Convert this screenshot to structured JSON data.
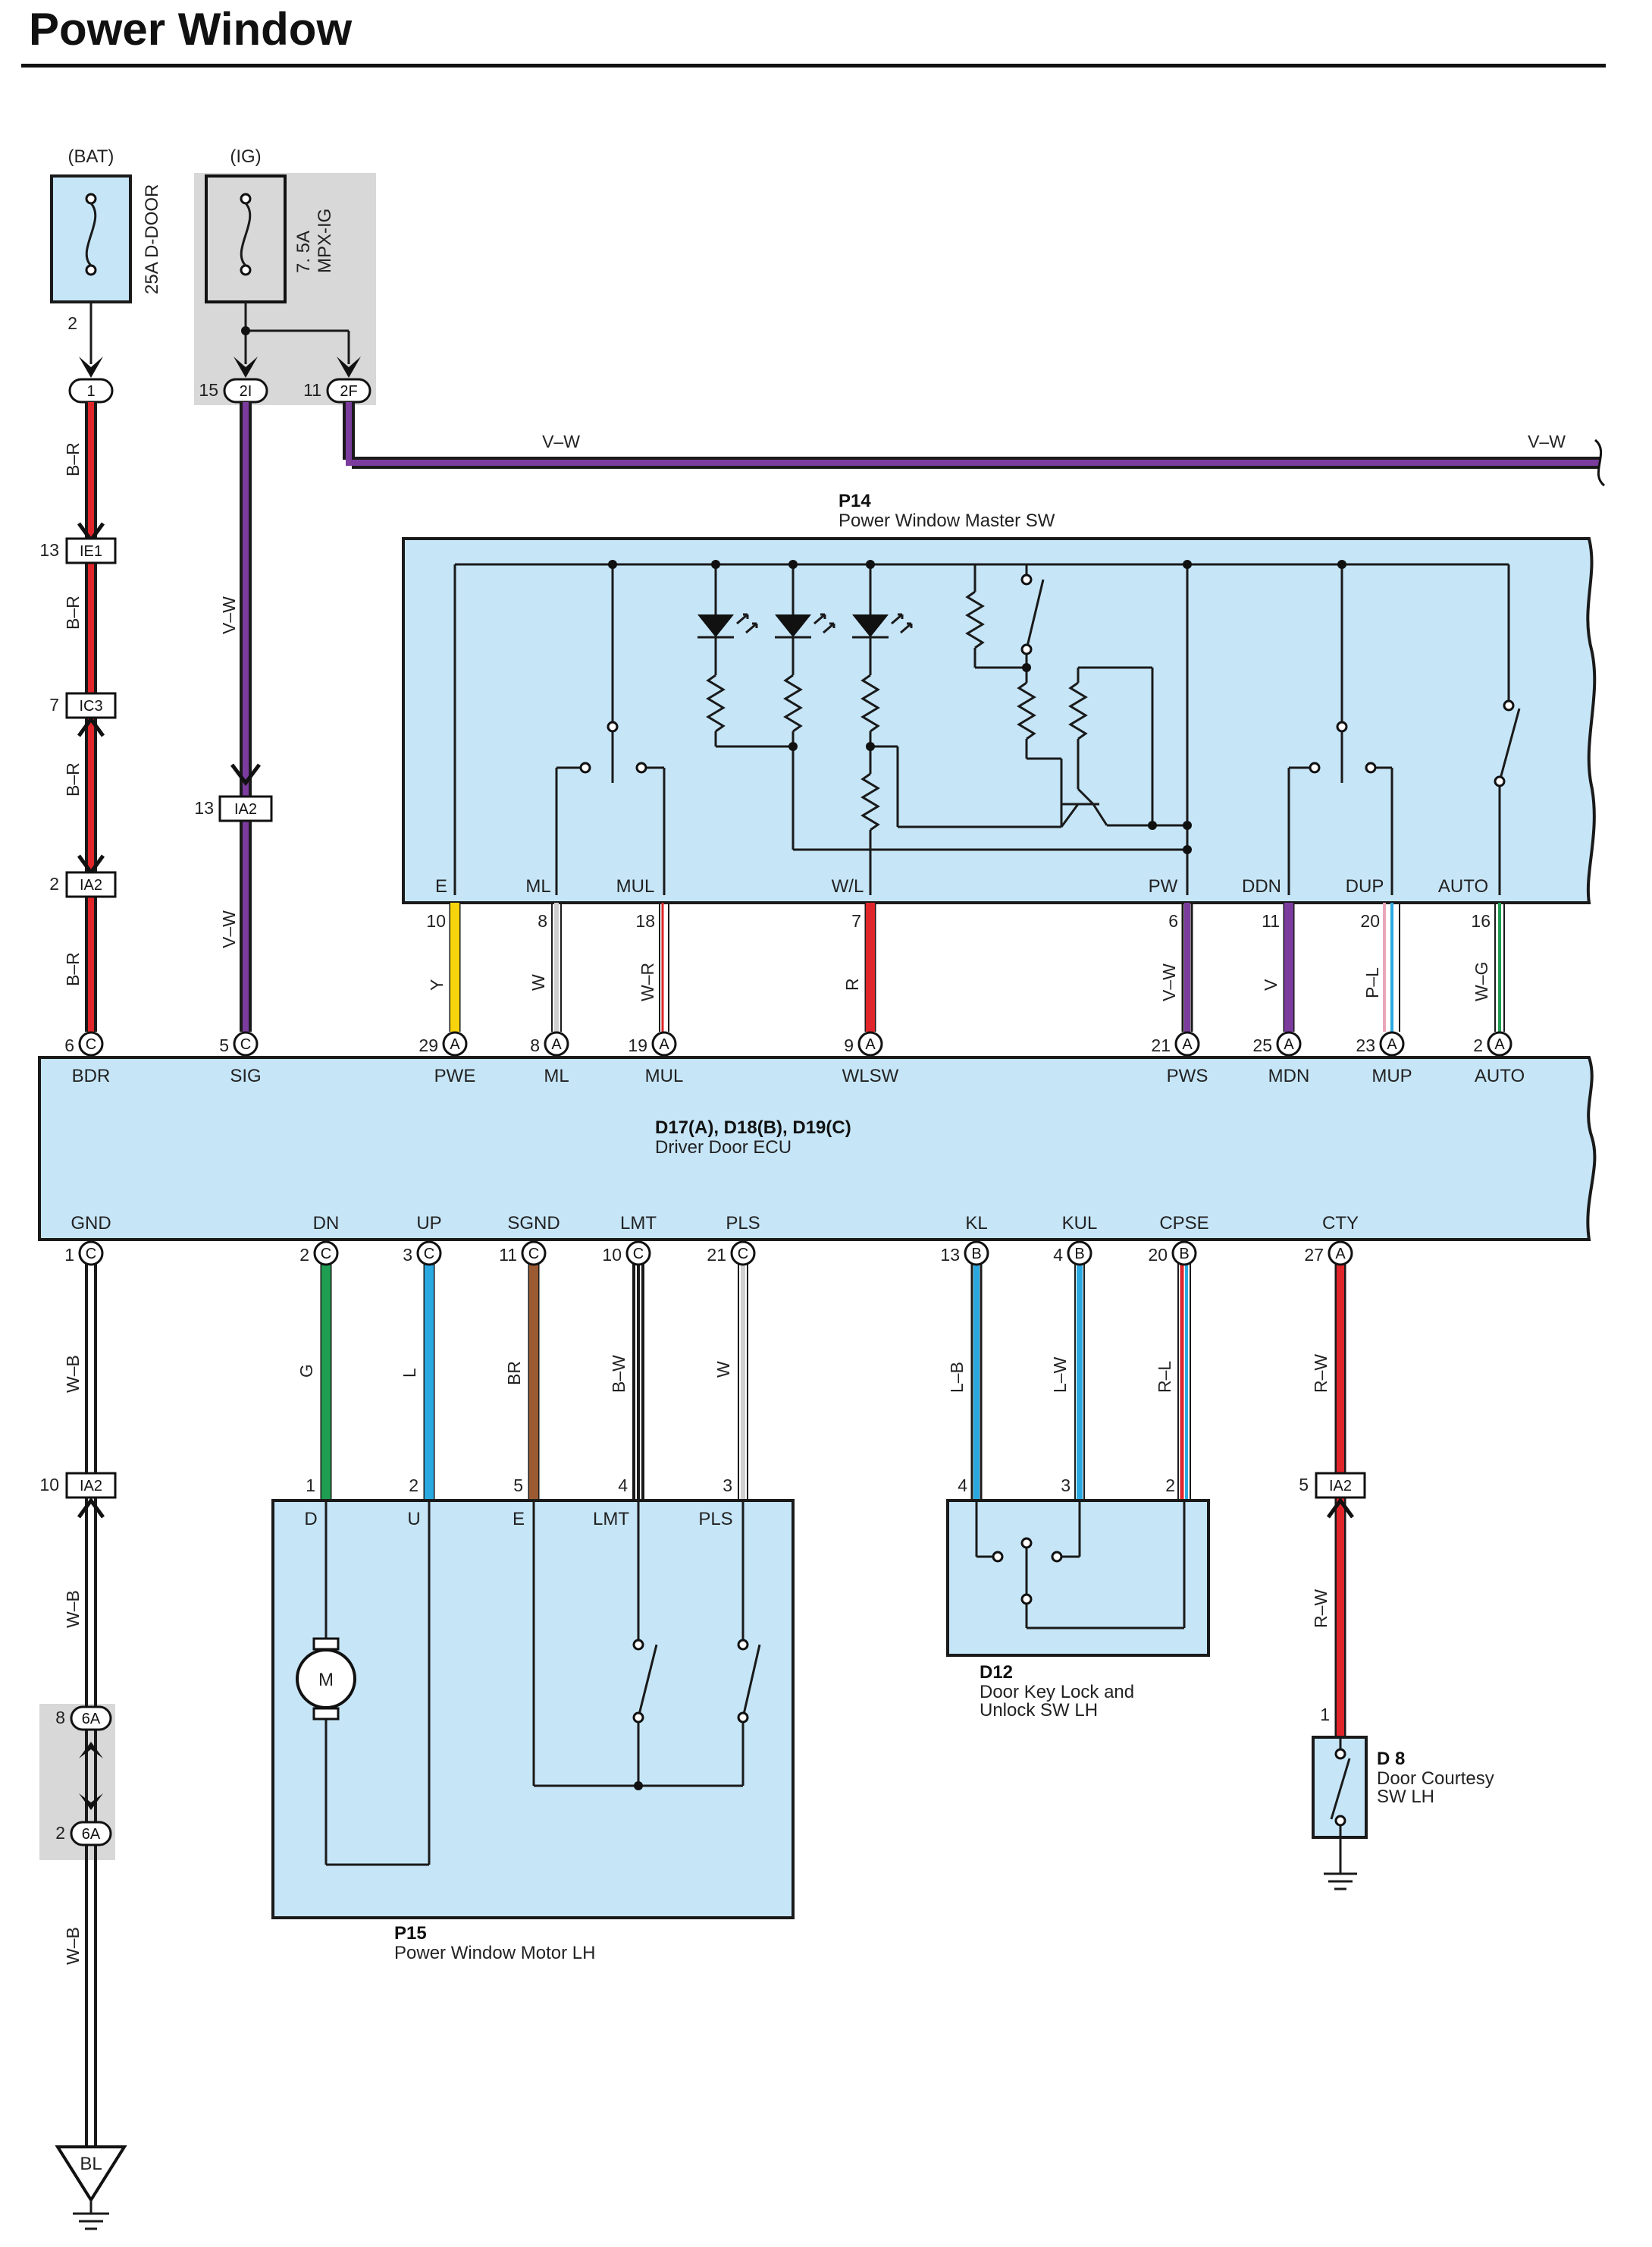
{
  "title": "Power Window",
  "colors": {
    "fill": "#c6e6f8",
    "gray": "#d8d8d8",
    "B-R": "#e0262b",
    "V-W": "#7b3c9e",
    "Y": "#f7d40b",
    "W": "#d0d0d0",
    "W-R": "#e0262b",
    "R": "#e0262b",
    "V": "#7b3c9e",
    "P-L": "#eaa6b8",
    "W-G": "#1f9d50",
    "W-B": "#1a1a1a",
    "G": "#1f9d50",
    "L": "#2aa9e0",
    "BR": "#9b5a32",
    "B-W": "#1a1a1a",
    "L-B": "#2aa9e0",
    "L-W": "#2aa9e0",
    "R-L": "#e0262b",
    "R-W": "#e0262b"
  },
  "sources": {
    "bat_label": "(BAT)",
    "ig_label": "(IG)",
    "fuse_bat": "25A D-DOOR",
    "fuse_ig_amp": "7. 5A",
    "fuse_ig_name": "MPX-IG",
    "fuse_bat_pin": "2"
  },
  "connectors": [
    {
      "pin": "15",
      "id": "2I"
    },
    {
      "pin": "11",
      "id": "2F"
    },
    {
      "pin": "13",
      "id": "IE1"
    },
    {
      "pin": "7",
      "id": "IC3"
    },
    {
      "pin": "2",
      "id": "IA2"
    },
    {
      "pin": "13",
      "id": "IA2"
    },
    {
      "pin": "10",
      "id": "IA2"
    },
    {
      "pin": "5",
      "id": "IA2"
    },
    {
      "pin": "8",
      "id": "6A"
    },
    {
      "pin": "2",
      "id": "6A"
    }
  ],
  "bat_pin": "1",
  "wire_codes": {
    "br1": "B–R",
    "br2": "B–R",
    "br3": "B–R",
    "br4": "B–R",
    "vw1": "V–W",
    "vw2": "V–W",
    "vw_top_left": "V–W",
    "vw_top_right": "V–W",
    "wb1": "W–B",
    "wb2": "W–B",
    "wb3": "W–B",
    "rw1": "R–W",
    "rw2": "R–W"
  },
  "p14": {
    "id": "P14",
    "name": "Power Window Master SW",
    "terminals": [
      {
        "name": "E",
        "pin": "10",
        "wire": "Y"
      },
      {
        "name": "ML",
        "pin": "8",
        "wire": "W"
      },
      {
        "name": "MUL",
        "pin": "18",
        "wire": "W–R"
      },
      {
        "name": "W/L",
        "pin": "7",
        "wire": "R"
      },
      {
        "name": "PW",
        "pin": "6",
        "wire": "V–W"
      },
      {
        "name": "DDN",
        "pin": "11",
        "wire": "V"
      },
      {
        "name": "DUP",
        "pin": "20",
        "wire": "P–L"
      },
      {
        "name": "AUTO",
        "pin": "16",
        "wire": "W–G"
      }
    ]
  },
  "ecu": {
    "id": "D17(A), D18(B), D19(C)",
    "name": "Driver Door ECU",
    "top_terminals": [
      {
        "pin": "6",
        "conn": "C",
        "name": "BDR"
      },
      {
        "pin": "5",
        "conn": "C",
        "name": "SIG"
      },
      {
        "pin": "29",
        "conn": "A",
        "name": "PWE"
      },
      {
        "pin": "8",
        "conn": "A",
        "name": "ML"
      },
      {
        "pin": "19",
        "conn": "A",
        "name": "MUL"
      },
      {
        "pin": "9",
        "conn": "A",
        "name": "WLSW"
      },
      {
        "pin": "21",
        "conn": "A",
        "name": "PWS"
      },
      {
        "pin": "25",
        "conn": "A",
        "name": "MDN"
      },
      {
        "pin": "23",
        "conn": "A",
        "name": "MUP"
      },
      {
        "pin": "2",
        "conn": "A",
        "name": "AUTO"
      }
    ],
    "bottom_terminals": [
      {
        "pin": "1",
        "conn": "C",
        "name": "GND"
      },
      {
        "pin": "2",
        "conn": "C",
        "name": "DN",
        "wire": "G"
      },
      {
        "pin": "3",
        "conn": "C",
        "name": "UP",
        "wire": "L"
      },
      {
        "pin": "11",
        "conn": "C",
        "name": "SGND",
        "wire": "BR"
      },
      {
        "pin": "10",
        "conn": "C",
        "name": "LMT",
        "wire": "B–W"
      },
      {
        "pin": "21",
        "conn": "C",
        "name": "PLS",
        "wire": "W"
      },
      {
        "pin": "13",
        "conn": "B",
        "name": "KL",
        "wire": "L–B"
      },
      {
        "pin": "4",
        "conn": "B",
        "name": "KUL",
        "wire": "L–W"
      },
      {
        "pin": "20",
        "conn": "B",
        "name": "CPSE",
        "wire": "R–L"
      },
      {
        "pin": "27",
        "conn": "A",
        "name": "CTY"
      }
    ]
  },
  "p15": {
    "id": "P15",
    "name": "Power Window Motor LH",
    "terminals": [
      {
        "pin": "1",
        "name": "D"
      },
      {
        "pin": "2",
        "name": "U"
      },
      {
        "pin": "5",
        "name": "E"
      },
      {
        "pin": "4",
        "name": "LMT"
      },
      {
        "pin": "3",
        "name": "PLS"
      }
    ],
    "motor": "M"
  },
  "d12": {
    "id": "D12",
    "name_line1": "Door Key Lock and",
    "name_line2": "Unlock SW LH",
    "pins": [
      "4",
      "3",
      "2"
    ]
  },
  "d8": {
    "id": "D 8",
    "name_line1": "Door Courtesy",
    "name_line2": "SW LH",
    "pin": "1"
  },
  "ground": "BL"
}
